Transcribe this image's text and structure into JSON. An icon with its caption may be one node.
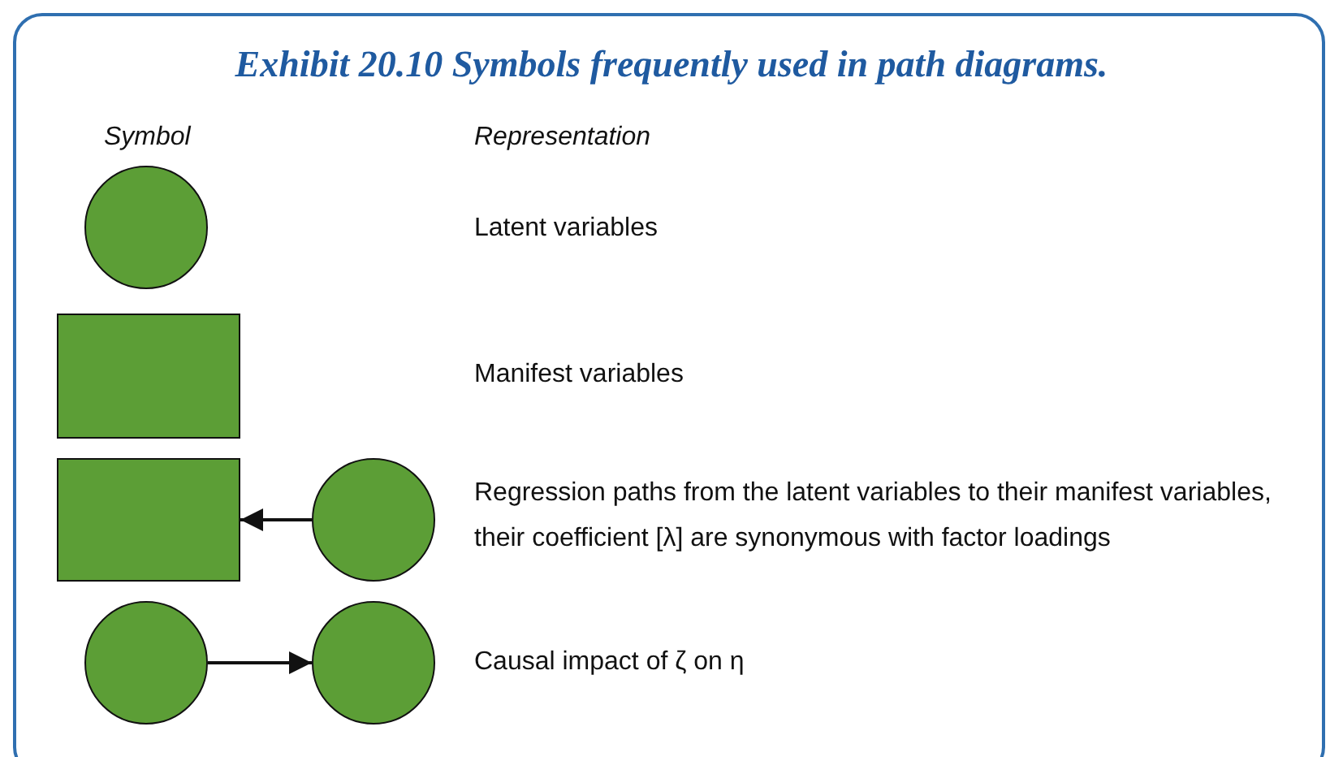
{
  "diagram": {
    "title": "Exhibit 20.10  Symbols frequently used in path diagrams.",
    "nodes": [
      {
        "text": [],
        "shape": "circle"
      },
      {
        "text": [],
        "shape": "box"
      },
      {
        "text": [],
        "shape": "box"
      },
      {
        "text": [],
        "shape": "circle"
      },
      {
        "text": [],
        "shape": "circle"
      },
      {
        "text": [],
        "shape": "circle"
      }
    ],
    "edges": [
      {
        "from": 3,
        "to": 2,
        "arrow": "to"
      },
      {
        "from": 4,
        "to": 5,
        "arrow": "to"
      }
    ],
    "labels": [
      "Symbol",
      "Representation",
      "Latent variables",
      "Manifest variables",
      "Regression paths from the latent variables to their manifest variables, their coefficient [λ] are synonymous with factor loadings",
      "Causal impact of ζ on η"
    ]
  }
}
